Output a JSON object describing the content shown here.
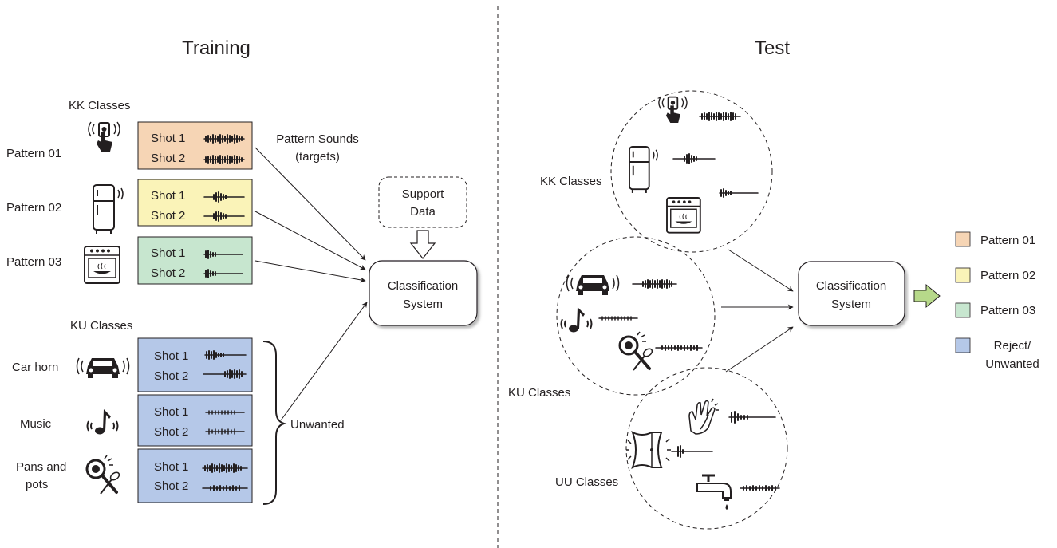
{
  "training": {
    "title": "Training",
    "kk_label": "KK Classes",
    "ku_label": "KU Classes",
    "patterns": [
      {
        "label": "Pattern 01",
        "color": "#f6d5b5",
        "icon": "doorbell-icon"
      },
      {
        "label": "Pattern 02",
        "color": "#faf3b8",
        "icon": "fridge-icon"
      },
      {
        "label": "Pattern 03",
        "color": "#c7e6cf",
        "icon": "oven-icon"
      }
    ],
    "unwanted": [
      {
        "label": "Car horn",
        "color": "#b5c8e8",
        "icon": "car-horn-icon"
      },
      {
        "label": "Music",
        "color": "#b5c8e8",
        "icon": "music-icon"
      },
      {
        "label_line1": "Pans and",
        "label_line2": "pots",
        "color": "#b5c8e8",
        "icon": "pans-and-pots-icon"
      }
    ],
    "shot1": "Shot 1",
    "shot2": "Shot 2",
    "pattern_sounds_line1": "Pattern Sounds",
    "pattern_sounds_line2": "(targets)",
    "unwanted_label": "Unwanted",
    "support_line1": "Support",
    "support_line2": "Data",
    "system_line1": "Classification",
    "system_line2": "System"
  },
  "test": {
    "title": "Test",
    "kk_label": "KK Classes",
    "ku_label": "KU Classes",
    "uu_label": "UU Classes",
    "system_line1": "Classification",
    "system_line2": "System",
    "kk_icons": [
      "doorbell-icon",
      "fridge-icon",
      "oven-icon"
    ],
    "ku_icons": [
      "car-horn-icon",
      "music-icon",
      "pans-and-pots-icon"
    ],
    "uu_icons": [
      "clapping-hands-icon",
      "breaking-glass-icon",
      "water-tap-icon"
    ]
  },
  "legend": [
    {
      "label": "Pattern 01",
      "color": "#f6d5b5"
    },
    {
      "label": "Pattern 02",
      "color": "#faf3b8"
    },
    {
      "label": "Pattern 03",
      "color": "#c7e6cf"
    },
    {
      "label_line1": "Reject/",
      "label_line2": "Unwanted",
      "color": "#b5c8e8"
    }
  ],
  "colors": {
    "ink": "#231f20",
    "output_arrow": "#b7d98a"
  }
}
